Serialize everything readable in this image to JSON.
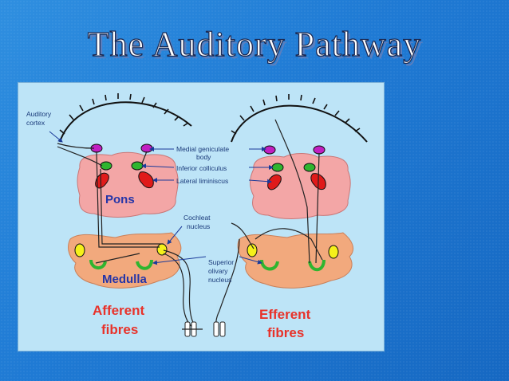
{
  "title": "The Auditory Pathway",
  "labels": {
    "auditory_cortex_1": "Auditory",
    "auditory_cortex_2": "cortex",
    "medial_geniculate_1": "Medial geniculate",
    "medial_geniculate_2": "body",
    "inferior_colliculus": "Inferior colliculus",
    "lateral_lemniscus": "Lateral liminiscus",
    "cochlear_nucleus_1": "Cochleat",
    "cochlear_nucleus_2": "nucleus",
    "superior_olivary_1": "Superior",
    "superior_olivary_2": "olivary",
    "superior_olivary_3": "nucleus",
    "pons": "Pons",
    "medulla": "Medulla",
    "afferent_1": "Afferent",
    "afferent_2": "fibres",
    "efferent_1": "Efferent",
    "efferent_2": "fibres"
  },
  "colors": {
    "background": "#1f7ad4",
    "panel": "#bde4f7",
    "pons": "#f3a6a6",
    "medulla": "#f2a97d",
    "medial_geniculate": "#c21fc2",
    "inferior_colliculus": "#2fb52f",
    "lateral_lemniscus": "#e01a1a",
    "olive_nuclei": "#f5f01a",
    "caption_red": "#e8322a",
    "label_blue": "#2535a8"
  }
}
